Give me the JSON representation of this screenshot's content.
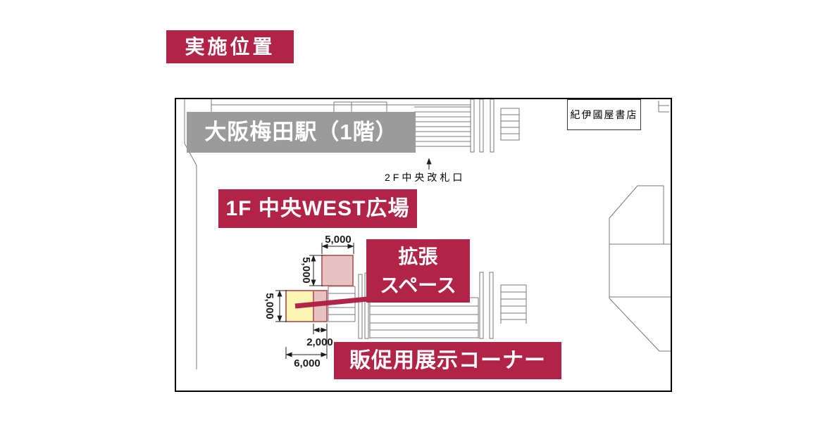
{
  "title": "実施位置",
  "plan": {
    "station_label": "大阪梅田駅（1階）",
    "gate_label": "2F中央改札口",
    "plaza_label": "1F 中央WEST広場",
    "bookstore_label": "紀伊國屋書店",
    "expansion_line1": "拡張",
    "expansion_line2": "スペース",
    "promo_label": "販促用展示コーナー",
    "dims": {
      "upper_area_width": "5,000",
      "upper_area_height": "5,000",
      "lower_area_height": "5,000",
      "expansion_width": "2,000",
      "total_width": "6,000"
    },
    "colors": {
      "accent_crimson": "#b22348",
      "label_gray": "#9b9b9b",
      "highlight_yellow": "#fcf3b5",
      "highlight_pink": "#e6c2c2",
      "highlight_border": "#bd6a6a"
    }
  }
}
